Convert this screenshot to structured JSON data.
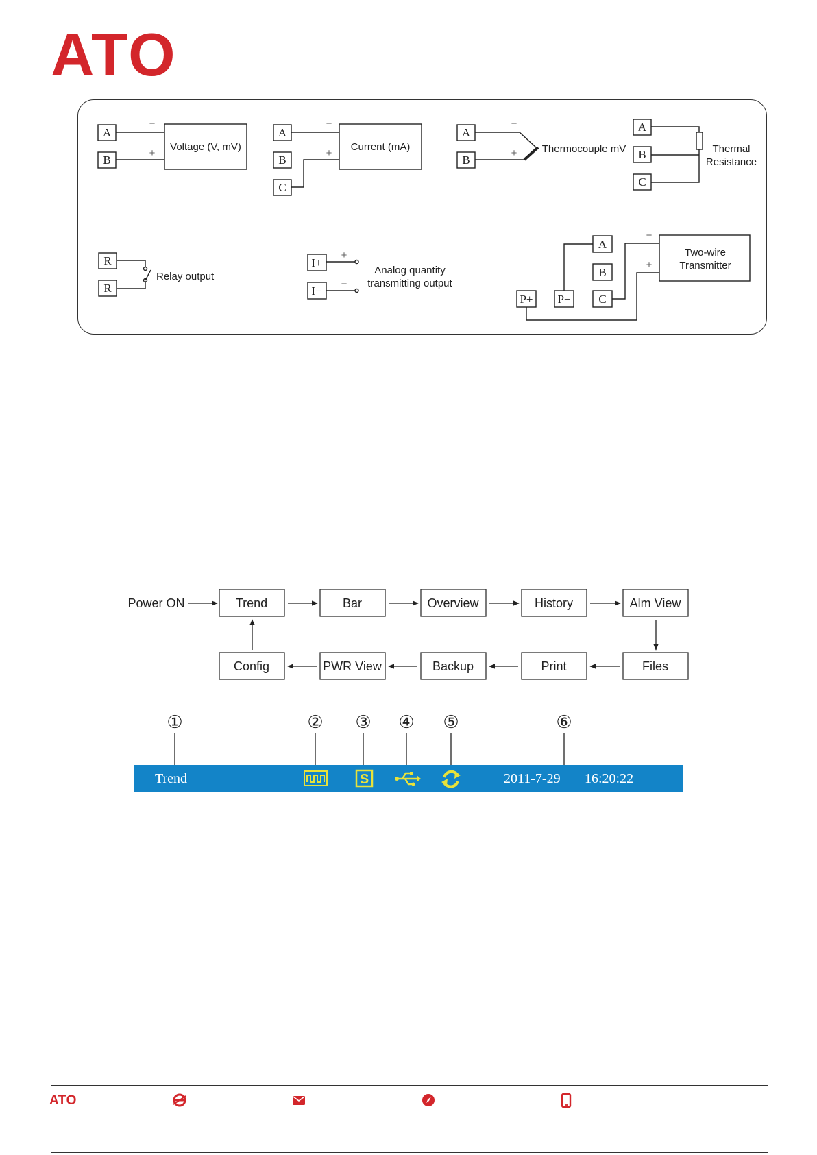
{
  "header": {
    "logo_text": "ATO"
  },
  "wiring": {
    "voltage": {
      "terminals": [
        "A",
        "B"
      ],
      "signs": [
        "−",
        "+"
      ],
      "label": "Voltage (V, mV)"
    },
    "current": {
      "terminals": [
        "A",
        "B",
        "C"
      ],
      "signs": [
        "−",
        "+"
      ],
      "label": "Current (mA)"
    },
    "thermocouple": {
      "terminals": [
        "A",
        "B"
      ],
      "signs": [
        "−",
        "+"
      ],
      "label": "Thermocouple mV"
    },
    "thermal": {
      "terminals": [
        "A",
        "B",
        "C"
      ],
      "label_line1": "Thermal",
      "label_line2": "Resistance"
    },
    "relay": {
      "terminals": [
        "R",
        "R"
      ],
      "label": "Relay output"
    },
    "analog": {
      "terminals": [
        "I+",
        "I−"
      ],
      "signs": [
        "+",
        "−"
      ],
      "label_line1": "Analog quantity",
      "label_line2": "transmitting output"
    },
    "two_wire": {
      "terminals": [
        "A",
        "B",
        "C",
        "P+",
        "P−"
      ],
      "signs": [
        "−",
        "+"
      ],
      "label_line1": "Two-wire",
      "label_line2": "Transmitter"
    }
  },
  "flow": {
    "start_label": "Power ON",
    "row1": [
      "Trend",
      "Bar",
      "Overview",
      "History",
      "Alm View"
    ],
    "row2": [
      "Config",
      "PWR View",
      "Backup",
      "Print",
      "Files"
    ]
  },
  "status_bar": {
    "markers": [
      "①",
      "②",
      "③",
      "④",
      "⑤",
      "⑥"
    ],
    "screen_name": "Trend",
    "icons": [
      "pulse-signal-icon",
      "s-box-icon",
      "usb-icon",
      "refresh-icon"
    ],
    "date": "2011-7-29",
    "time": "16:20:22",
    "bg_color": "#1384c8",
    "icon_color": "#e8e23a"
  },
  "footer": {
    "logo_text": "ATO",
    "icons": [
      "web-icon",
      "mail-icon",
      "compass-icon",
      "phone-icon"
    ],
    "accent": "#d3262b"
  }
}
